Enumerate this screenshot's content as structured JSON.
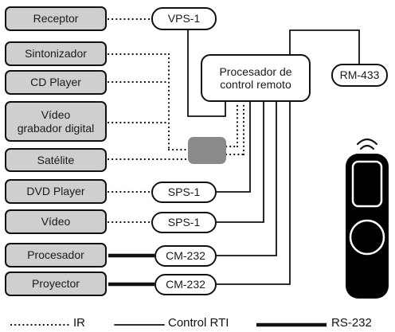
{
  "sources": {
    "receptor": "Receptor",
    "sintonizador": "Sintonizador",
    "cd_player": "CD Player",
    "video_grabador_line1": "Vídeo",
    "video_grabador_line2": "grabador digital",
    "satelite": "Satélite",
    "dvd_player": "DVD Player",
    "video": "Vídeo",
    "procesador": "Procesador",
    "proyector": "Proyector"
  },
  "modules": {
    "vps1": "VPS-1",
    "sps1_a": "SPS-1",
    "sps1_b": "SPS-1",
    "cm232_a": "CM-232",
    "cm232_b": "CM-232",
    "rm433": "RM-433"
  },
  "processor": {
    "line1": "Procesador de",
    "line2": "control remoto"
  },
  "legend": {
    "ir": "IR",
    "rti": "Control RTI",
    "rs232": "RS-232"
  },
  "colors": {
    "source_fill": "#cfcfcf",
    "satellite_block": "#8a8a8a",
    "line": "#111111"
  }
}
